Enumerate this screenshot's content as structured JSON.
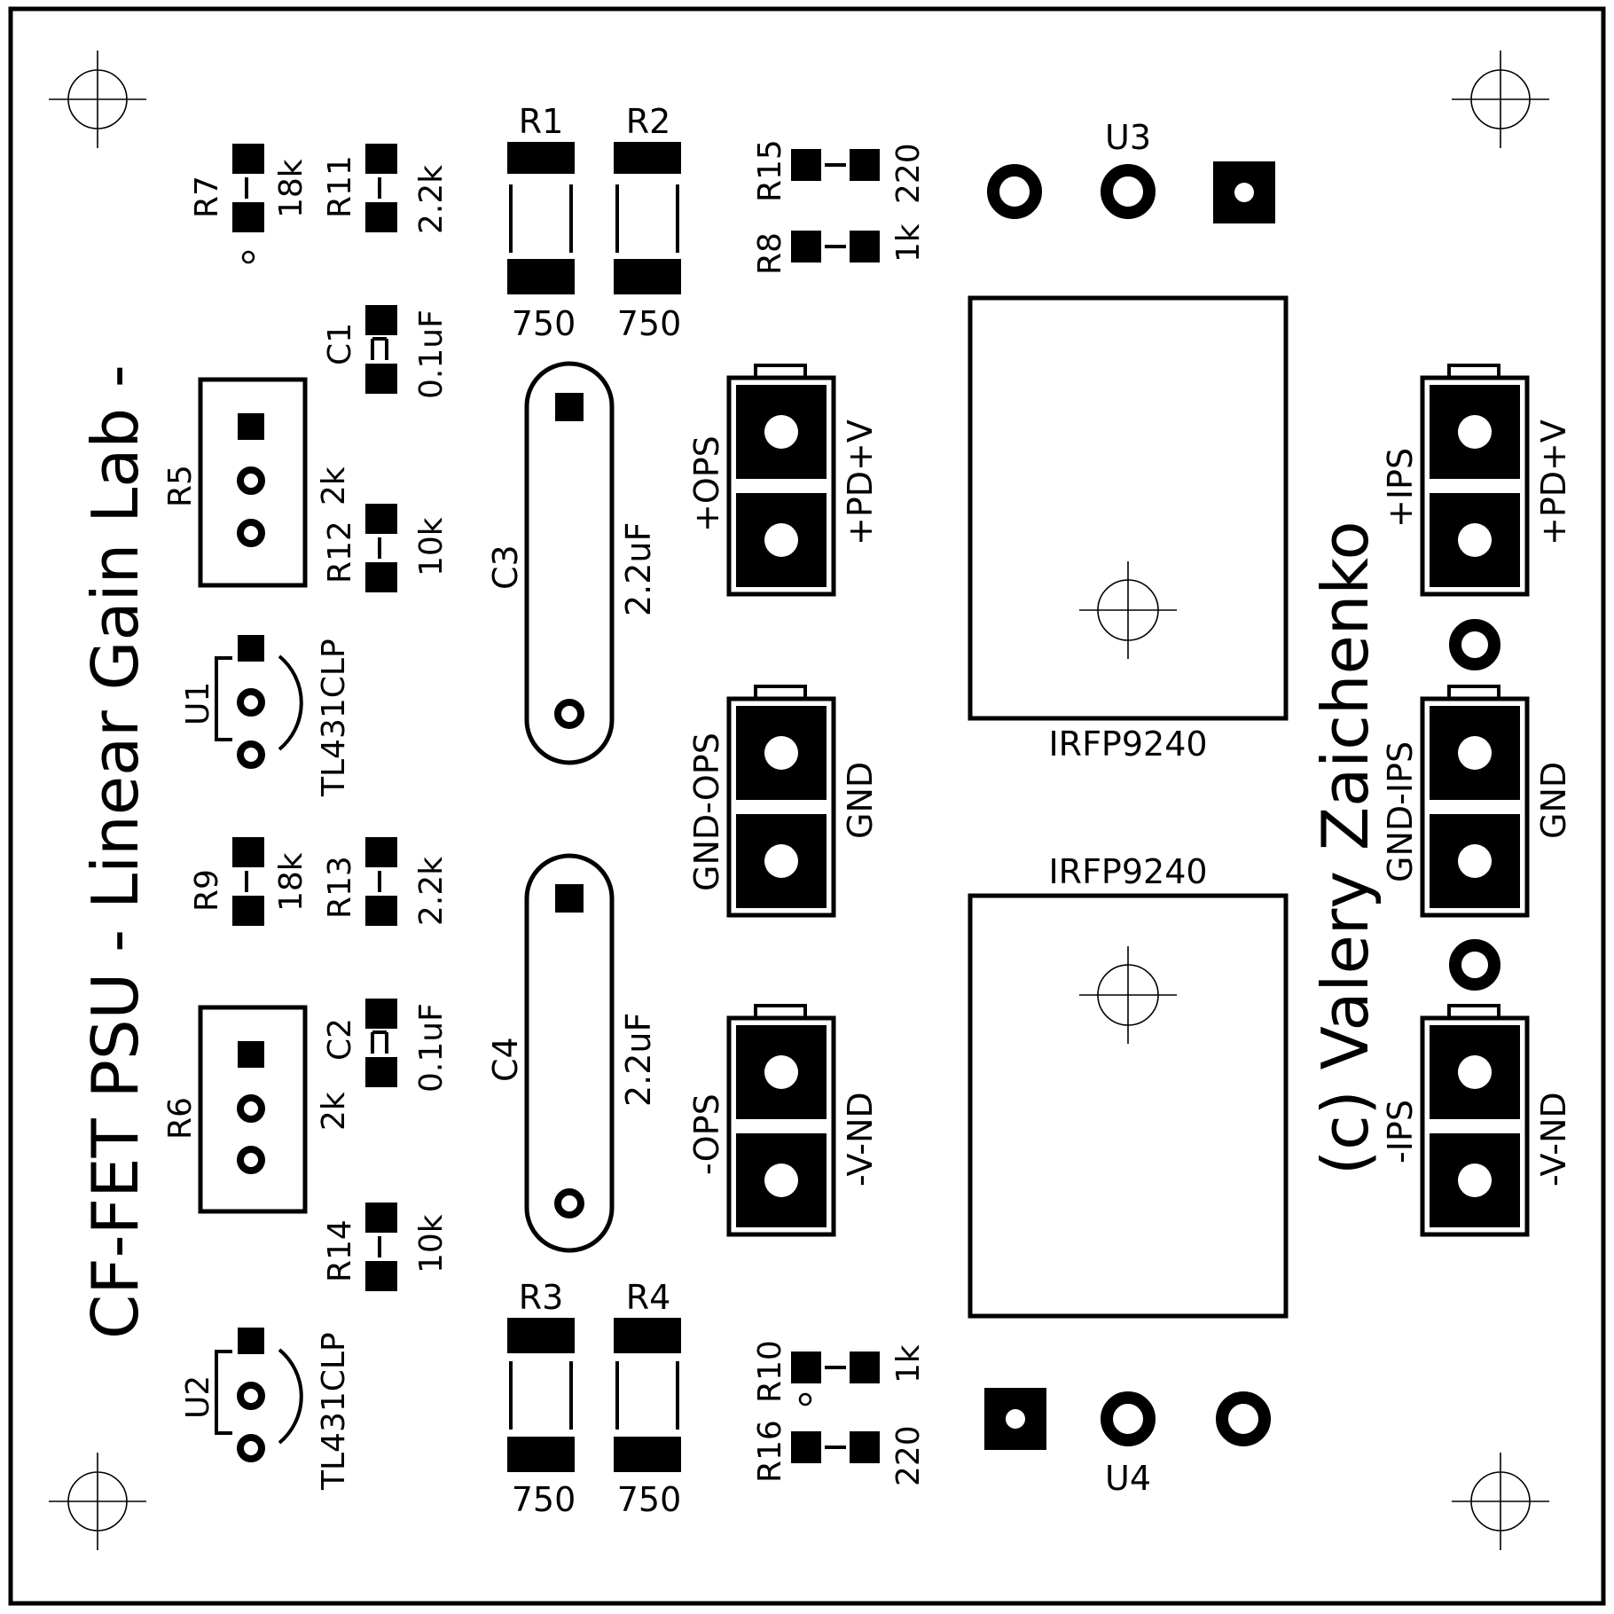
{
  "board": {
    "title": "CF-FET PSU - Linear Gain Lab -",
    "author": "(c) Valery Zaichenko"
  },
  "components": {
    "R1": {
      "ref": "R1",
      "value": "750"
    },
    "R2": {
      "ref": "R2",
      "value": "750"
    },
    "R3": {
      "ref": "R3",
      "value": "750"
    },
    "R4": {
      "ref": "R4",
      "value": "750"
    },
    "R5": {
      "ref": "R5",
      "value": "2k"
    },
    "R6": {
      "ref": "R6",
      "value": "2k"
    },
    "R7": {
      "ref": "R7",
      "value": "18k"
    },
    "R8": {
      "ref": "R8",
      "value": "1k"
    },
    "R9": {
      "ref": "R9",
      "value": "18k"
    },
    "R10": {
      "ref": "R10",
      "value": "1k"
    },
    "R11": {
      "ref": "R11",
      "value": "2.2k"
    },
    "R12": {
      "ref": "R12",
      "value": "10k"
    },
    "R13": {
      "ref": "R13",
      "value": "2.2k"
    },
    "R14": {
      "ref": "R14",
      "value": "10k"
    },
    "R15": {
      "ref": "R15",
      "value": "220"
    },
    "R16": {
      "ref": "R16",
      "value": "220"
    },
    "C1": {
      "ref": "C1",
      "value": "0.1uF"
    },
    "C2": {
      "ref": "C2",
      "value": "0.1uF"
    },
    "C3": {
      "ref": "C3",
      "value": "2.2uF"
    },
    "C4": {
      "ref": "C4",
      "value": "2.2uF"
    },
    "U1": {
      "ref": "U1",
      "value": "TL431CLP"
    },
    "U2": {
      "ref": "U2",
      "value": "TL431CLP"
    },
    "U3": {
      "ref": "U3",
      "value": "IRFP9240"
    },
    "U4": {
      "ref": "U4",
      "value": "IRFP9240"
    }
  },
  "connectors": {
    "p_ops": {
      "left": "+OPS",
      "right": "+PD+V"
    },
    "gnd_ops": {
      "left": "GND-OPS",
      "right": "GND"
    },
    "m_ops": {
      "left": "-OPS",
      "right": "-V-ND"
    },
    "p_ips": {
      "left": "+IPS",
      "right": "+PD+V"
    },
    "gnd_ips": {
      "left": "GND-IPS",
      "right": "GND"
    },
    "m_ips": {
      "left": "-IPS",
      "right": "-V-ND"
    }
  }
}
